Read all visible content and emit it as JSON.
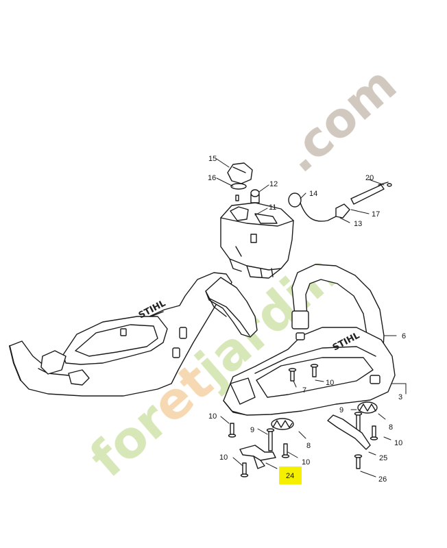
{
  "diagram": {
    "brand_mark": "STIHL",
    "highlight_color": "#f4f000",
    "parts": [
      {
        "label": "15"
      },
      {
        "label": "16"
      },
      {
        "label": "12"
      },
      {
        "label": "14"
      },
      {
        "label": "20"
      },
      {
        "label": "11"
      },
      {
        "label": "17"
      },
      {
        "label": "13"
      },
      {
        "label": "6"
      },
      {
        "label": "10"
      },
      {
        "label": "7"
      },
      {
        "label": "3"
      },
      {
        "label": "10"
      },
      {
        "label": "9"
      },
      {
        "label": "8"
      },
      {
        "label": "10"
      },
      {
        "label": "9"
      },
      {
        "label": "8"
      },
      {
        "label": "10"
      },
      {
        "label": "25"
      },
      {
        "label": "10"
      },
      {
        "label": "24",
        "highlighted": true
      },
      {
        "label": "26"
      }
    ]
  },
  "watermark": {
    "text_main": "foretjardin",
    "text_suffix": ".com",
    "color_green": "#d5e6b4",
    "color_orange": "#f6d7ae",
    "color_grey": "#cfc6bc"
  }
}
